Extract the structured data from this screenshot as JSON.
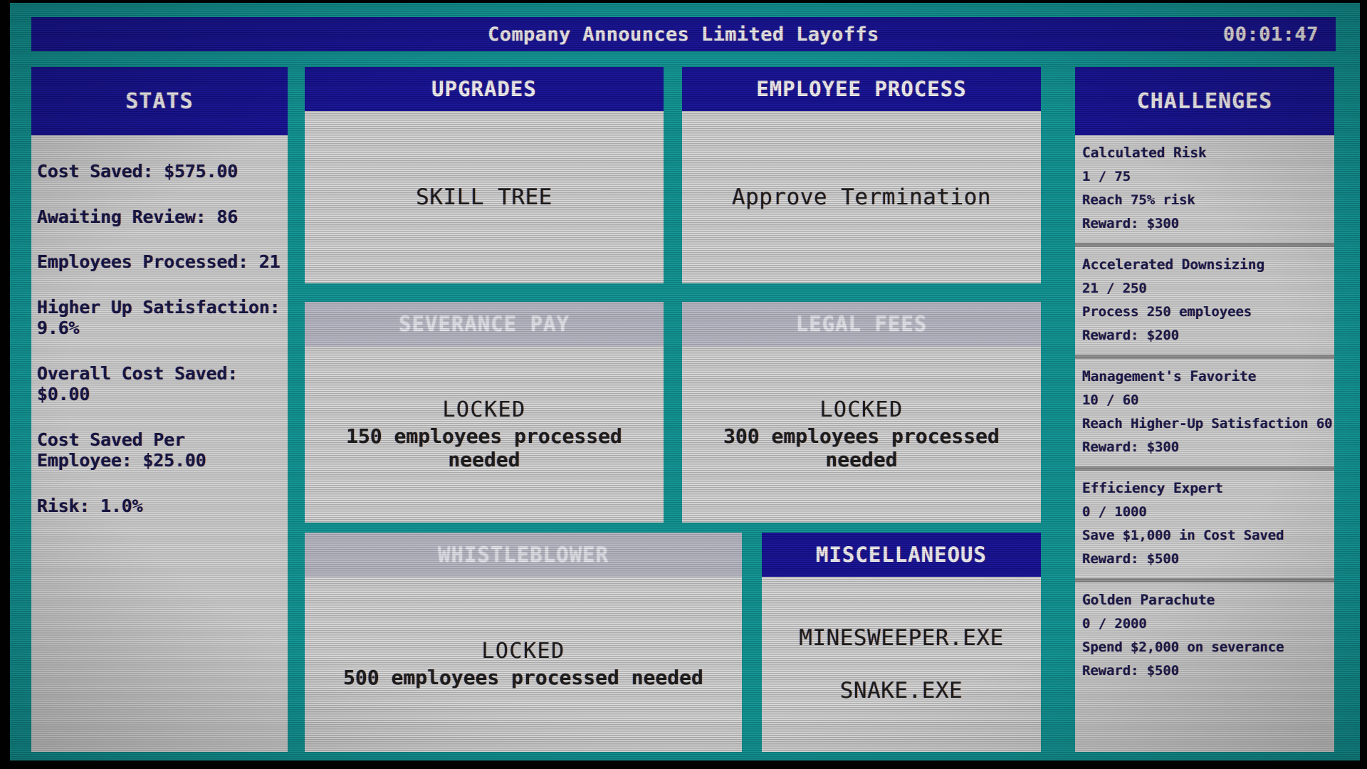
{
  "header": {
    "title": "Company Announces Limited Layoffs",
    "timer": "00:01:47"
  },
  "colors": {
    "background_teal": "#0f9494",
    "panel_blue": "#151094",
    "panel_body_gray": "#d5d5d5",
    "locked_header_gray": "#b9b9c6",
    "text_dark": "#18184a",
    "separator_gray": "#8e8e8e"
  },
  "stats": {
    "header": "STATS",
    "lines": [
      "Cost Saved: $575.00",
      "Awaiting Review: 86",
      "Employees Processed: 21",
      "Higher Up Satisfaction: 9.6%",
      "Overall Cost Saved: $0.00",
      "Cost Saved Per Employee: $25.00",
      "Risk: 1.0%"
    ]
  },
  "upgrades": {
    "header": "UPGRADES",
    "skill_tree": {
      "action": "SKILL TREE"
    },
    "severance_pay": {
      "title": "SEVERANCE PAY",
      "locked_label": "LOCKED",
      "requirement": "150 employees processed needed"
    },
    "whistleblower": {
      "title": "WHISTLEBLOWER",
      "locked_label": "LOCKED",
      "requirement": "500 employees processed needed"
    }
  },
  "employee_process": {
    "header": "EMPLOYEE PROCESS",
    "approve": {
      "action": "Approve Termination"
    },
    "legal_fees": {
      "title": "LEGAL FEES",
      "locked_label": "LOCKED",
      "requirement": "300 employees processed needed"
    }
  },
  "miscellaneous": {
    "header": "MISCELLANEOUS",
    "items": [
      "MINESWEEPER.EXE",
      "SNAKE.EXE"
    ]
  },
  "challenges": {
    "header": "CHALLENGES",
    "items": [
      {
        "name": "Calculated Risk",
        "progress": "1 / 75",
        "description": "Reach 75% risk",
        "reward": "Reward: $300"
      },
      {
        "name": "Accelerated Downsizing",
        "progress": "21 / 250",
        "description": "Process 250 employees",
        "reward": "Reward: $200"
      },
      {
        "name": "Management's Favorite",
        "progress": "10 / 60",
        "description": "Reach Higher-Up Satisfaction 60",
        "reward": "Reward: $300"
      },
      {
        "name": "Efficiency Expert",
        "progress": "0 / 1000",
        "description": "Save $1,000 in Cost Saved",
        "reward": "Reward: $500"
      },
      {
        "name": "Golden Parachute",
        "progress": "0 / 2000",
        "description": "Spend $2,000 on severance",
        "reward": "Reward: $500"
      }
    ]
  }
}
